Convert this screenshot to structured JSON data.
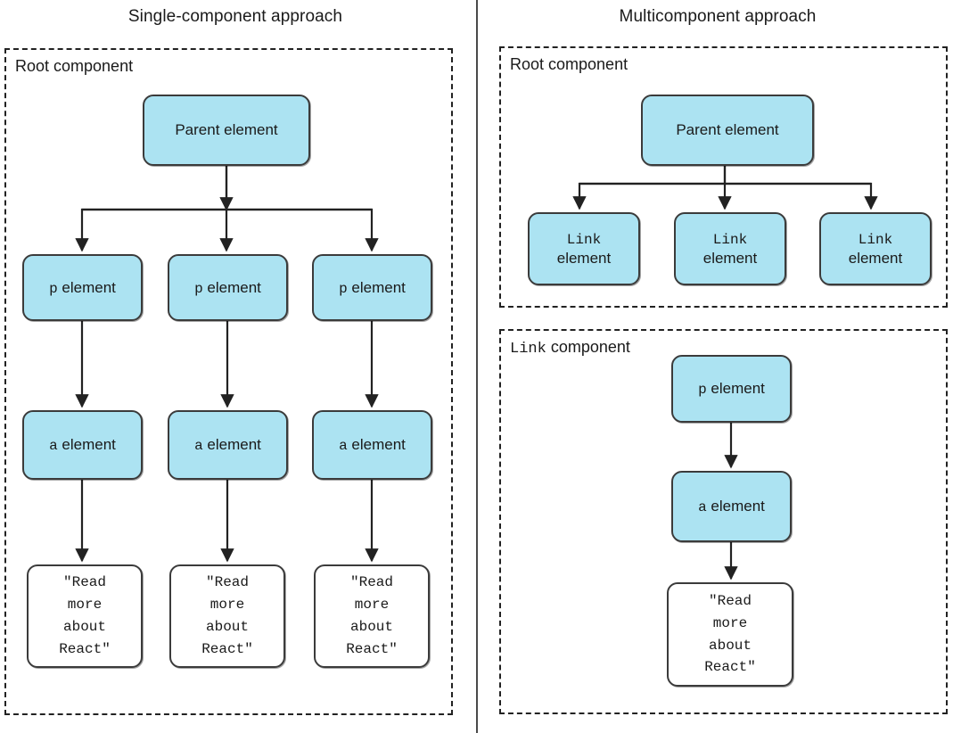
{
  "panels": {
    "left": {
      "title": "Single-component approach",
      "container_label": "Root component",
      "parent": "Parent element",
      "p_tag": "p",
      "p_suffix": " element",
      "a_tag": "a",
      "a_suffix": " element",
      "leaf_text": "\"Read\nmore\nabout\nReact\"",
      "columns": 3
    },
    "right": {
      "title": "Multicomponent approach",
      "root_container_label": "Root component",
      "link_container_tag": "Link",
      "link_container_suffix": " component",
      "parent": "Parent element",
      "link_tag": "Link",
      "link_suffix": "element",
      "p_tag": "p",
      "p_suffix": " element",
      "a_tag": "a",
      "a_suffix": " element",
      "leaf_text": "\"Read\nmore\nabout\nReact\"",
      "link_columns": 3
    }
  },
  "colors": {
    "node_fill": "#ace3f2",
    "node_stroke": "#3b3b3b",
    "leaf_fill": "#ffffff",
    "container_stroke": "#222222",
    "divider": "#4a4a4a",
    "text": "#1a1a1a"
  },
  "chart_data": {
    "type": "diagram",
    "title": "Single-component approach vs Multicomponent approach",
    "panels": [
      {
        "name": "Single-component approach",
        "containers": [
          {
            "label": "Root component",
            "nodes": [
              {
                "id": "parent",
                "label": "Parent element",
                "style": "blue"
              },
              {
                "id": "p1",
                "label": "p element",
                "style": "blue"
              },
              {
                "id": "p2",
                "label": "p element",
                "style": "blue"
              },
              {
                "id": "p3",
                "label": "p element",
                "style": "blue"
              },
              {
                "id": "a1",
                "label": "a element",
                "style": "blue"
              },
              {
                "id": "a2",
                "label": "a element",
                "style": "blue"
              },
              {
                "id": "a3",
                "label": "a element",
                "style": "blue"
              },
              {
                "id": "t1",
                "label": "\"Read more about React\"",
                "style": "white"
              },
              {
                "id": "t2",
                "label": "\"Read more about React\"",
                "style": "white"
              },
              {
                "id": "t3",
                "label": "\"Read more about React\"",
                "style": "white"
              }
            ],
            "edges": [
              [
                "parent",
                "p1"
              ],
              [
                "parent",
                "p2"
              ],
              [
                "parent",
                "p3"
              ],
              [
                "p1",
                "a1"
              ],
              [
                "p2",
                "a2"
              ],
              [
                "p3",
                "a3"
              ],
              [
                "a1",
                "t1"
              ],
              [
                "a2",
                "t2"
              ],
              [
                "a3",
                "t3"
              ]
            ]
          }
        ]
      },
      {
        "name": "Multicomponent approach",
        "containers": [
          {
            "label": "Root component",
            "nodes": [
              {
                "id": "parent",
                "label": "Parent element",
                "style": "blue"
              },
              {
                "id": "l1",
                "label": "Link element",
                "style": "blue"
              },
              {
                "id": "l2",
                "label": "Link element",
                "style": "blue"
              },
              {
                "id": "l3",
                "label": "Link element",
                "style": "blue"
              }
            ],
            "edges": [
              [
                "parent",
                "l1"
              ],
              [
                "parent",
                "l2"
              ],
              [
                "parent",
                "l3"
              ]
            ]
          },
          {
            "label": "Link component",
            "nodes": [
              {
                "id": "p",
                "label": "p element",
                "style": "blue"
              },
              {
                "id": "a",
                "label": "a element",
                "style": "blue"
              },
              {
                "id": "t",
                "label": "\"Read more about React\"",
                "style": "white"
              }
            ],
            "edges": [
              [
                "p",
                "a"
              ],
              [
                "a",
                "t"
              ]
            ]
          }
        ]
      }
    ]
  }
}
